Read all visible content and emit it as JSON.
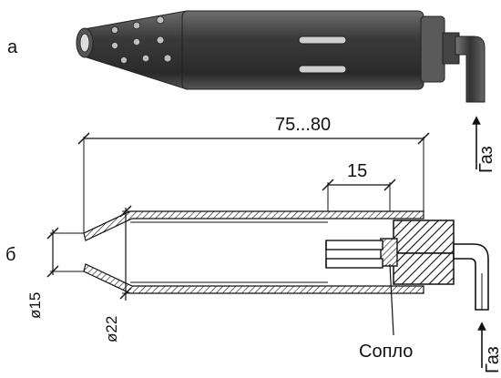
{
  "labels": {
    "panel_a": "а",
    "panel_b": "б",
    "gas_top": "Газ",
    "gas_bottom": "Газ",
    "overall_length": "75...80",
    "slot_length": "15",
    "outlet_diameter": "ø15",
    "body_diameter": "ø22",
    "nozzle": "Сопло"
  },
  "colors": {
    "ink": "#111111",
    "body_dark": "#3a3a3a",
    "body_light": "#8a8a8a",
    "background": "#ffffff"
  }
}
